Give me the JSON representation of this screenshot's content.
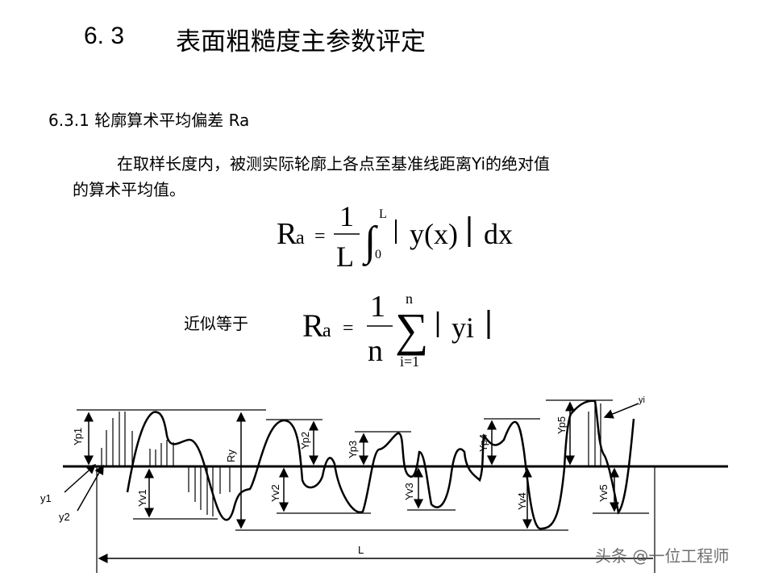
{
  "section": {
    "number": "6. 3",
    "title": "表面粗糙度主参数评定"
  },
  "subsection": {
    "title": "6.3.1 轮廓算术平均偏差 Ra"
  },
  "definition": {
    "line1": "在取样长度内，被测实际轮廓上各点至基准线距离Yi的绝对值",
    "line2": "的算术平均值。"
  },
  "formula_integral": {
    "lhs_R": "R",
    "lhs_a": "a",
    "eq": "=",
    "num": "1",
    "den": "L",
    "upper": "L",
    "lower": "0",
    "body": "y(x)",
    "dx": "dx"
  },
  "approx_label": "近似等于",
  "formula_sum": {
    "lhs_R": "R",
    "lhs_a": "a",
    "eq": "=",
    "num": "1",
    "den": "n",
    "upper": "n",
    "lower": "i=1",
    "body": "yi"
  },
  "diagram": {
    "labels": {
      "yp1": "Yp1",
      "yp2": "Yp2",
      "yp3": "Yp3",
      "yp4": "Yp4",
      "yp5": "Yp5",
      "yv1": "Yv1",
      "yv2": "Yv2",
      "yv3": "Yv3",
      "yv4": "Yv4",
      "yv5": "Yv5",
      "ry": "Ry",
      "y1": "y1",
      "y2": "y2",
      "yi": "yi",
      "L": "L"
    }
  },
  "watermark": "头条 @一位工程师"
}
